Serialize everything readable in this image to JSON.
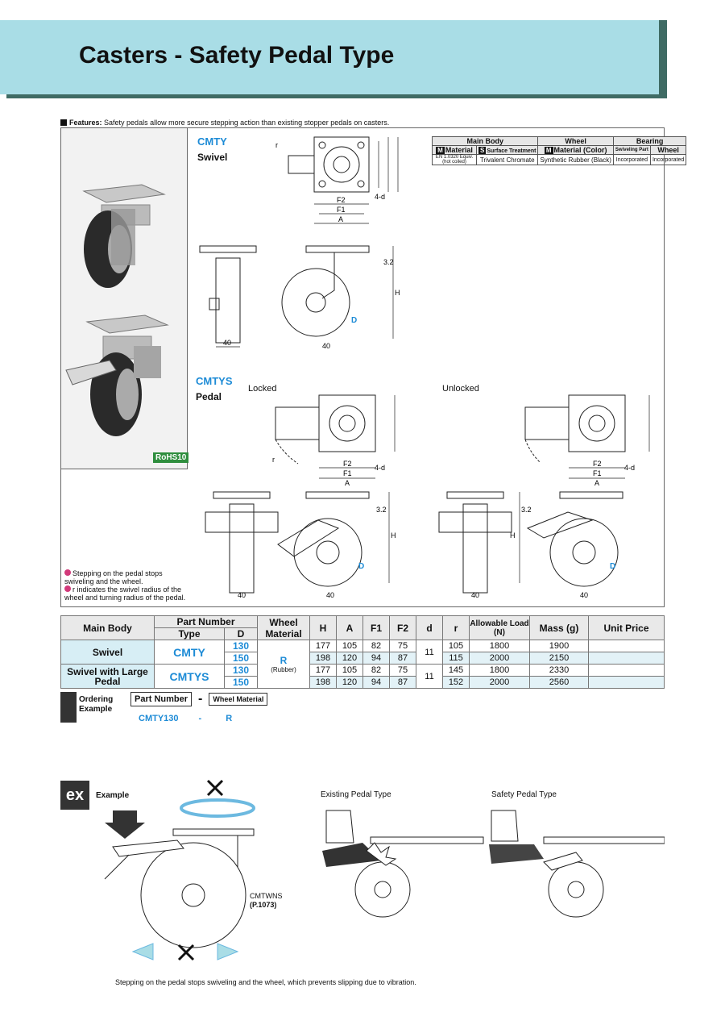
{
  "title": "Casters - Safety Pedal Type",
  "features": {
    "label": "Features:",
    "text": "Safety pedals allow more secure stepping action than existing stopper pedals on casters."
  },
  "rohs": "RoHS10",
  "sections": {
    "cmty": {
      "code": "CMTY",
      "name": "Swivel"
    },
    "cmtys": {
      "code": "CMTYS",
      "name": "Pedal",
      "locked": "Locked",
      "unlocked": "Unlocked"
    }
  },
  "dims": {
    "r": "r",
    "f2": "F2",
    "f1": "F1",
    "a": "A",
    "hole": "4-d",
    "h": "H",
    "t": "3.2",
    "d": "D",
    "w40": "40"
  },
  "spec_table": {
    "headers": [
      "Main Body",
      "Wheel",
      "Bearing"
    ],
    "sub_headers": [
      {
        "badge": "M",
        "text": "Material"
      },
      {
        "badge": "S",
        "text": "Surface Treatment"
      },
      {
        "badge": "M",
        "text": "Material (Color)"
      },
      {
        "badge": "",
        "text": "Swiveling Part"
      },
      {
        "badge": "",
        "text": "Wheel"
      }
    ],
    "row": [
      "EN 1.0320 Equiv. (hot coiled)",
      "Trivalent Chromate",
      "Synthetic Rubber (Black)",
      "Incorporated",
      "Incorporated"
    ]
  },
  "notes": [
    "Stepping on the pedal stops swiveling and the wheel.",
    "r indicates the swivel radius of the wheel and turning radius of the pedal."
  ],
  "main_table": {
    "headers": {
      "main_body": "Main Body",
      "part_number": "Part Number",
      "type": "Type",
      "d": "D",
      "wheel_material": "Wheel Material",
      "h": "H",
      "a": "A",
      "f1": "F1",
      "f2": "F2",
      "d2": "d",
      "r": "r",
      "load": "Allowable Load (N)",
      "mass": "Mass (g)",
      "price": "Unit Price"
    },
    "groups": [
      {
        "body": "Swivel",
        "type": "CMTY",
        "d_shared": "11",
        "rows": [
          {
            "D": "130",
            "H": "177",
            "A": "105",
            "F1": "82",
            "F2": "75",
            "r": "105",
            "load": "1800",
            "mass": "1900"
          },
          {
            "D": "150",
            "H": "198",
            "A": "120",
            "F1": "94",
            "F2": "87",
            "r": "115",
            "load": "2000",
            "mass": "2150"
          }
        ]
      },
      {
        "body": "Swivel with Large Pedal",
        "type": "CMTYS",
        "d_shared": "11",
        "rows": [
          {
            "D": "130",
            "H": "177",
            "A": "105",
            "F1": "82",
            "F2": "75",
            "r": "145",
            "load": "1800",
            "mass": "2330"
          },
          {
            "D": "150",
            "H": "198",
            "A": "120",
            "F1": "94",
            "F2": "87",
            "r": "152",
            "load": "2000",
            "mass": "2560"
          }
        ]
      }
    ],
    "wheel_material": "R",
    "wheel_material_note": "(Rubber)"
  },
  "ordering": {
    "label1": "Ordering",
    "label2": "Example",
    "box1": "Part Number",
    "dash": "-",
    "box2": "Wheel Material",
    "ex_part": "CMTY130",
    "ex_dash": "-",
    "ex_mat": "R"
  },
  "example": {
    "label": "Example",
    "ref_code": "CMTWNS",
    "ref_page": "(P.1073)",
    "existing": "Existing Pedal Type",
    "safety": "Safety Pedal Type",
    "caption": "Stepping on the pedal stops swiveling and the wheel, which prevents slipping due to vibration."
  }
}
